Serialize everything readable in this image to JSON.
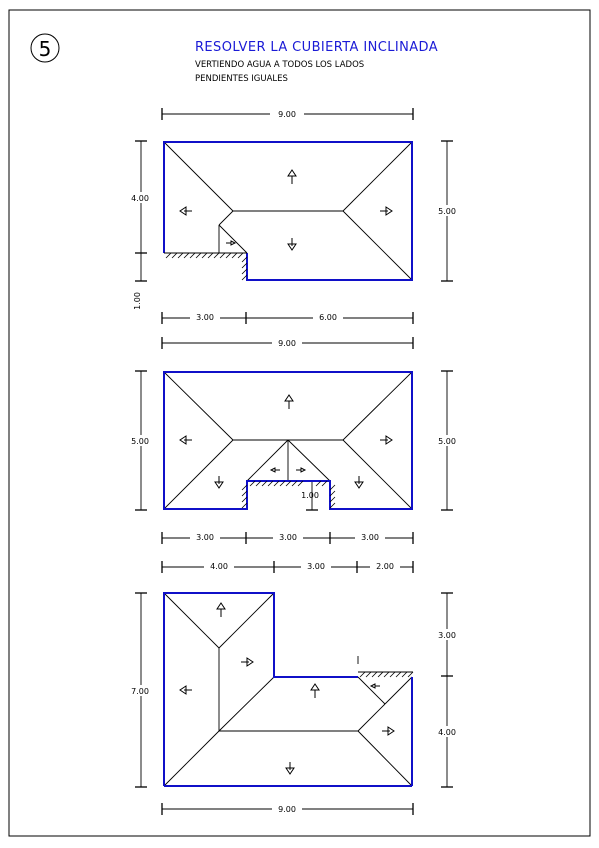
{
  "sheet": {
    "number": "5",
    "title": "RESOLVER LA CUBIERTA INCLINADA",
    "subtitle_line1": "VERTIENDO AGUA A TODOS LOS LADOS",
    "subtitle_line2": "PENDIENTES IGUALES"
  },
  "colors": {
    "title": "#1a1ad6",
    "outline": "#1010c8",
    "ink": "#000000",
    "background": "#ffffff"
  },
  "plan1": {
    "dims": {
      "top_width": "9.00",
      "left_height": "4.00",
      "left_notch": "1.00",
      "right_height": "5.00",
      "bottom_left": "3.00",
      "bottom_right": "6.00"
    }
  },
  "plan2": {
    "dims": {
      "top_width": "9.00",
      "left_height": "5.00",
      "right_height": "5.00",
      "notch_depth": "1.00",
      "bottom_a": "3.00",
      "bottom_b": "3.00",
      "bottom_c": "3.00"
    }
  },
  "plan3": {
    "dims": {
      "top_a": "4.00",
      "top_b": "3.00",
      "top_c": "2.00",
      "left_height": "7.00",
      "right_top": "3.00",
      "right_bottom": "4.00",
      "bottom_width": "9.00"
    }
  },
  "icons": [
    "circle-number-icon",
    "slope-arrow-icon",
    "hatch-wall-icon"
  ]
}
